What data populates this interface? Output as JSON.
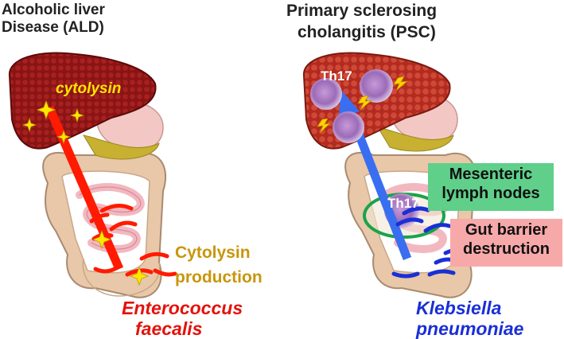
{
  "left_panel": {
    "title_line1": "Alcoholic liver",
    "title_line2": "Disease (ALD)",
    "toxin_label": "cytolysin",
    "process_line1": "Cytolysin",
    "process_line2": "production",
    "bacterium_line1": "Enterococcus",
    "bacterium_line2": "faecalis"
  },
  "right_panel": {
    "title_line1": "Primary sclerosing",
    "title_line2": "cholangitis (PSC)",
    "cell_label_liver": "Th17",
    "cell_label_node": "Th17",
    "node_box_line1": "Mesenteric",
    "node_box_line2": "lymph nodes",
    "barrier_box_line1": "Gut barrier",
    "barrier_box_line2": "destruction",
    "bacterium_line1": "Klebsiella",
    "bacterium_line2": "pneumoniae"
  },
  "colors": {
    "liver_dark": "#8a1414",
    "liver_light": "#c23a2a",
    "intestine": "#e8c8a8",
    "intestine_inner": "#f2b8c0",
    "red_arrow": "#ff1a00",
    "blue_arrow": "#3a6ef0",
    "node_green": "#1aa34a",
    "mesenteric_box": "#5fcf8a",
    "barrier_box": "#f7a9a9",
    "star_yellow": "#ffe600"
  }
}
